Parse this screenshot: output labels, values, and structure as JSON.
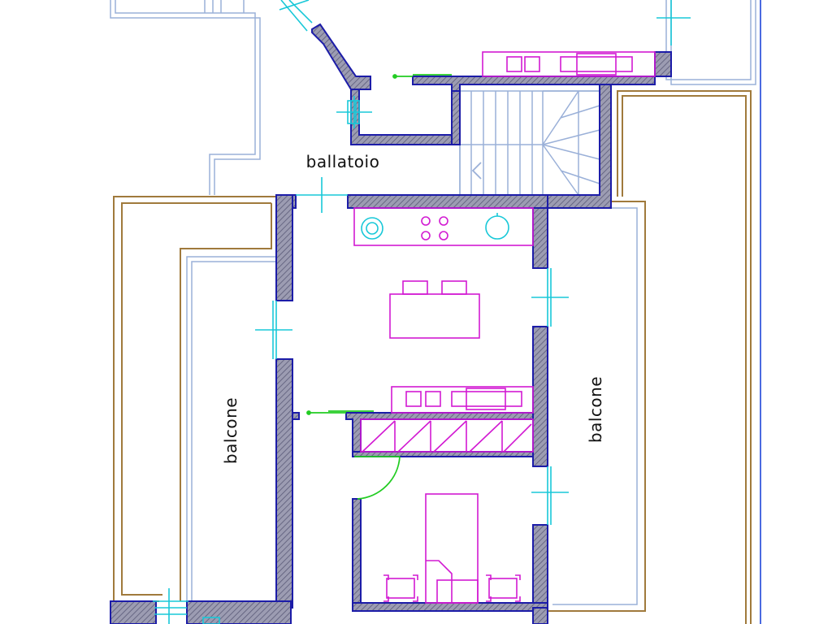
{
  "labels": {
    "ballatoio": "ballatoio",
    "balcone_left": "balcone",
    "balcone_right": "balcone"
  },
  "colors": {
    "wall_fill": "#8a8aa0",
    "wall_stroke": "#1c1ca8",
    "railing_outer": "#a07a3c",
    "railing_inner": "#9ab0d8",
    "stairs": "#9ab0d8",
    "furniture": "#d21ad2",
    "doors": "#18c8d8",
    "door_swing": "#22cc22",
    "edge_line": "#4a6ae0"
  }
}
